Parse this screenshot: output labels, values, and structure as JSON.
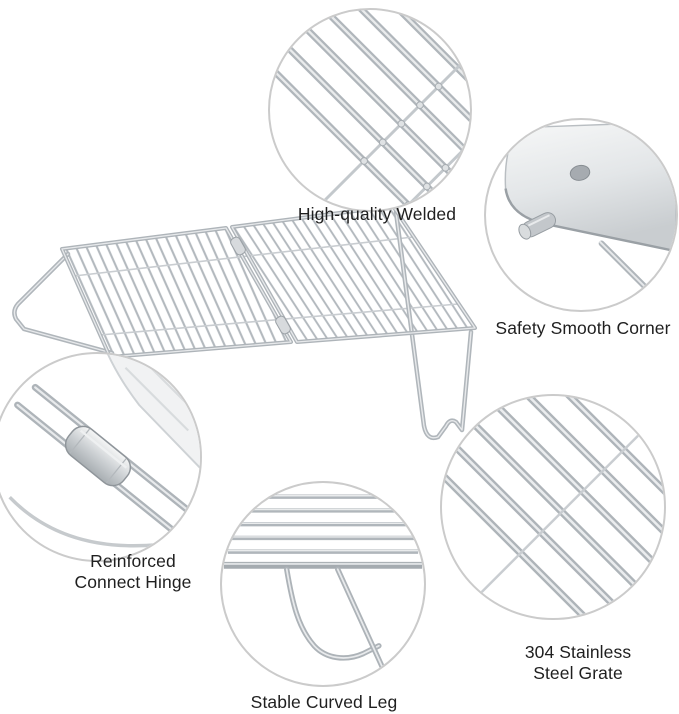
{
  "page": {
    "background": "#ffffff"
  },
  "product": {
    "illustration": "stainless-steel-folding-campfire-grill-grate"
  },
  "callouts": [
    {
      "id": "welded",
      "caption": "High-quality Welded",
      "illustration": "welded-grate-bars-closeup"
    },
    {
      "id": "corner",
      "caption": "Safety Smooth Corner",
      "illustration": "rounded-frame-corner-closeup"
    },
    {
      "id": "hinge",
      "caption": "Reinforced Connect Hinge",
      "illustration": "connect-hinge-sleeve-closeup"
    },
    {
      "id": "leg",
      "caption": "Stable Curved Leg",
      "illustration": "curved-wire-leg-closeup"
    },
    {
      "id": "grate",
      "caption": "304 Stainless Steel Grate",
      "illustration": "stainless-grate-bars-closeup"
    }
  ],
  "colors": {
    "text": "#1f1f1f",
    "circle_border": "#cbcbcb",
    "metal_base": "#b0b6bb",
    "metal_highlight": "#e9ebec",
    "metal_dark": "#9aa0a5",
    "wire_light": "#c9cdd1"
  }
}
